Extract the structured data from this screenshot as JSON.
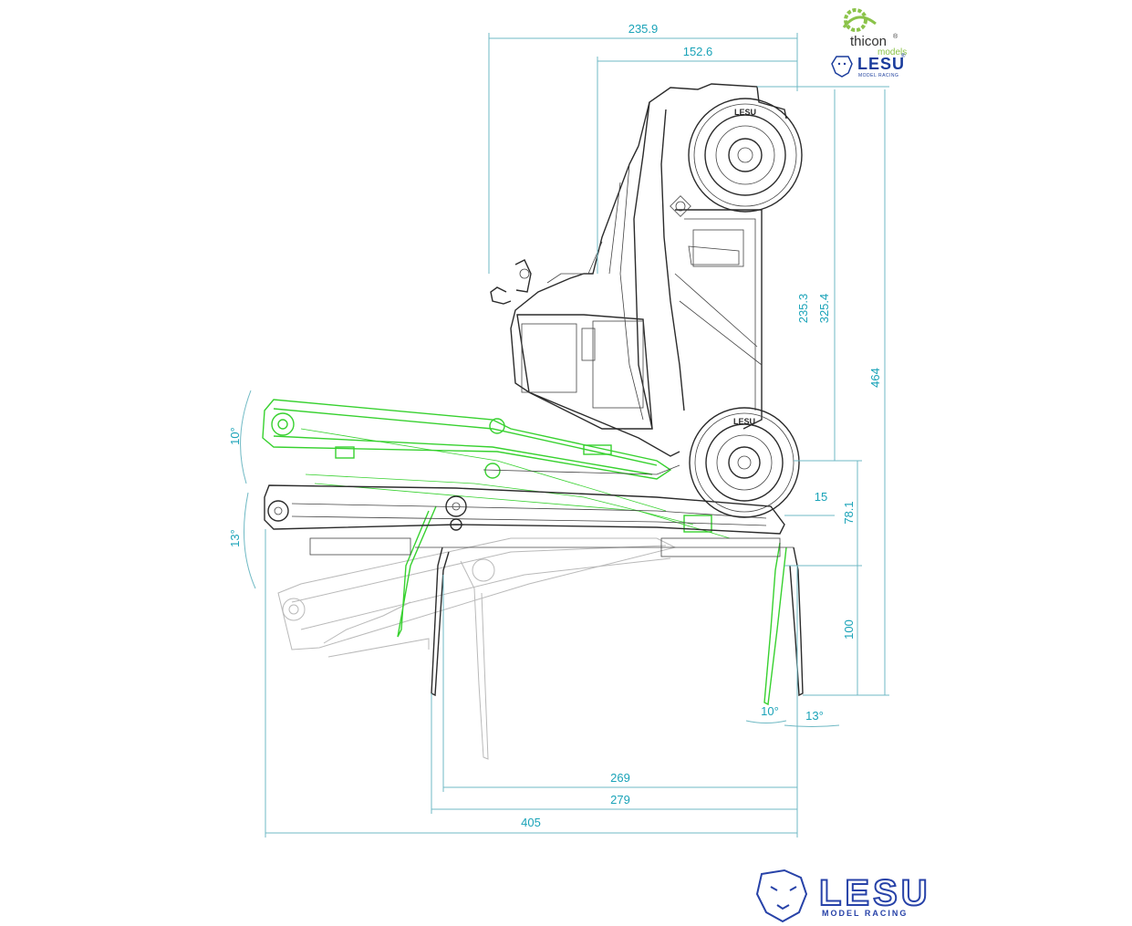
{
  "dimensions": {
    "top_width_1": "235.9",
    "top_width_2": "152.6",
    "height_1": "235.3",
    "height_2": "325.4",
    "height_total": "464",
    "small_offset": "15",
    "fork_height": "78.1",
    "fork_drop": "100",
    "bottom_len_1": "269",
    "bottom_len_2": "279",
    "bottom_len_total": "405",
    "angle_left_top": "10°",
    "angle_left_bottom": "13°",
    "angle_fork_1": "10°",
    "angle_fork_2": "13°"
  },
  "logos": {
    "thicon_word": "thicon",
    "thicon_registered": "®",
    "thicon_sub": "models",
    "lesu_small": "LESU",
    "lesu_small_registered": "®",
    "lesu_small_sub": "MODEL RACING",
    "lesu_big": "LESU",
    "lesu_big_sub": "MODEL RACING"
  },
  "wheel_labels": {
    "top_wheel": "LESU",
    "bottom_wheel": "LESU"
  },
  "colors": {
    "dimension": "#1aa3b8",
    "outline": "#2b2b2b",
    "tilted_green": "#37d12f",
    "ghost": "#b9b9b9",
    "brand_blue": "#2742a8",
    "thicon_green": "#8bc34a"
  }
}
